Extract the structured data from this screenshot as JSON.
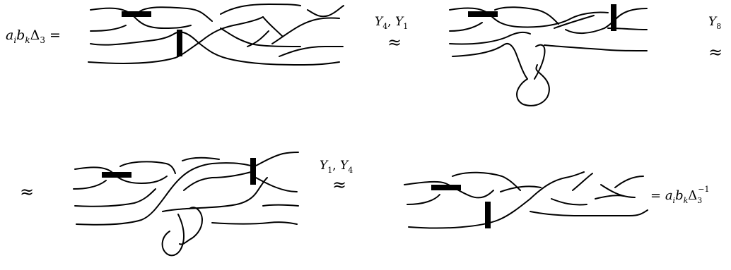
{
  "equation": {
    "lhs": "a_i b_k Δ_3 =",
    "rhs": "= a_i b_k Δ_3^{-1}"
  },
  "moves": [
    {
      "symbol": "≈",
      "label": "Y_4, Y_1"
    },
    {
      "symbol": "≈",
      "label": "Y_8"
    },
    {
      "symbol": "≈",
      "label": ""
    },
    {
      "symbol": "≈",
      "label": "Y_1, Y_4"
    }
  ]
}
